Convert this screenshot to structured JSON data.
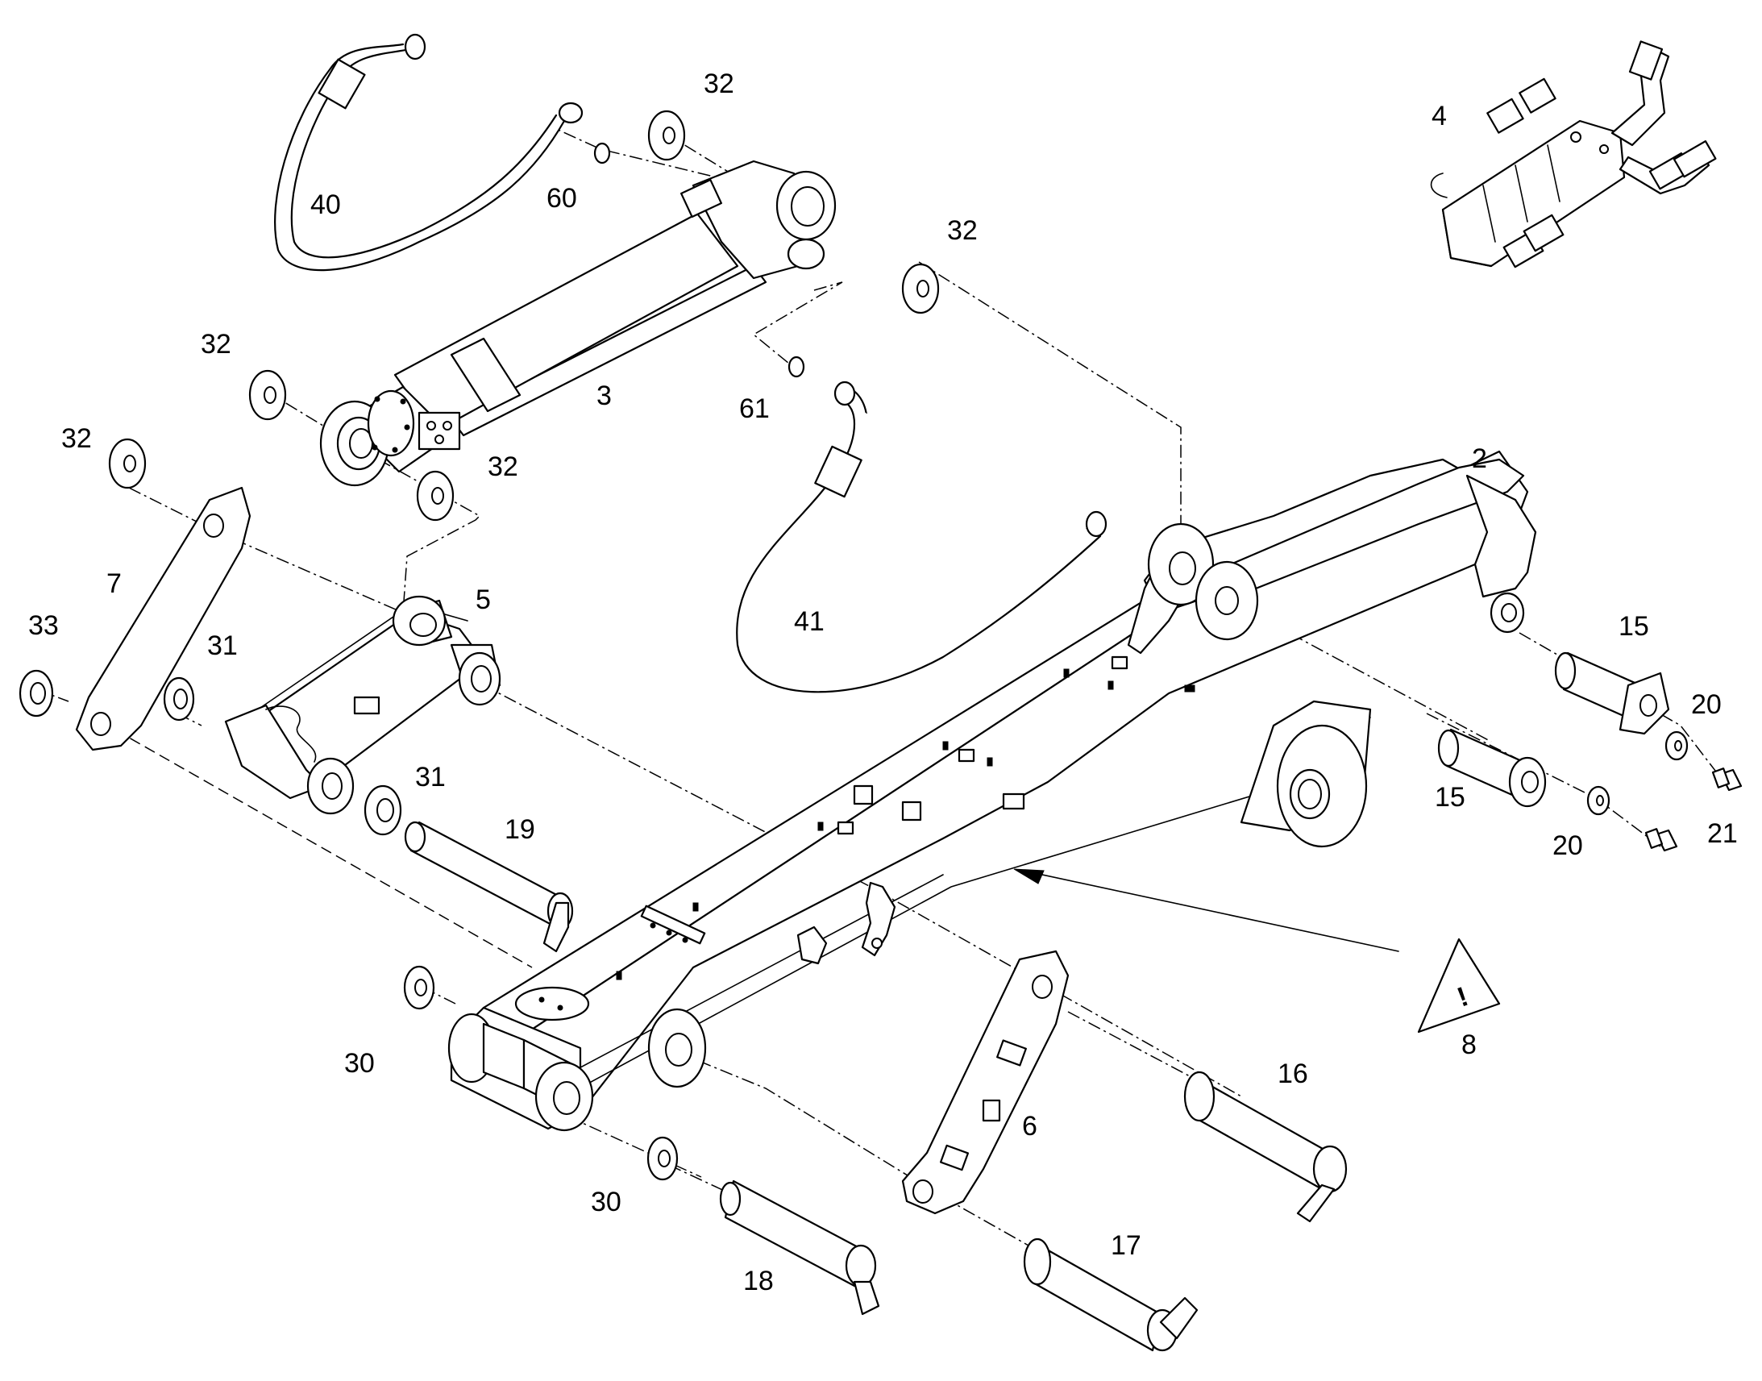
{
  "callouts": {
    "c2": "2",
    "c3": "3",
    "c4": "4",
    "c5": "5",
    "c6": "6",
    "c7": "7",
    "c8": "8",
    "c15a": "15",
    "c15b": "15",
    "c16": "16",
    "c17": "17",
    "c18": "18",
    "c19": "19",
    "c20a": "20",
    "c20b": "20",
    "c21": "21",
    "c30a": "30",
    "c30b": "30",
    "c31a": "31",
    "c31b": "31",
    "c32a": "32",
    "c32b": "32",
    "c32c": "32",
    "c32d": "32",
    "c32e": "32",
    "c33": "33",
    "c40": "40",
    "c41": "41",
    "c60": "60",
    "c61": "61"
  },
  "warning": {
    "symbol": "!"
  },
  "icons": {
    "warning": "warning-triangle-icon"
  }
}
